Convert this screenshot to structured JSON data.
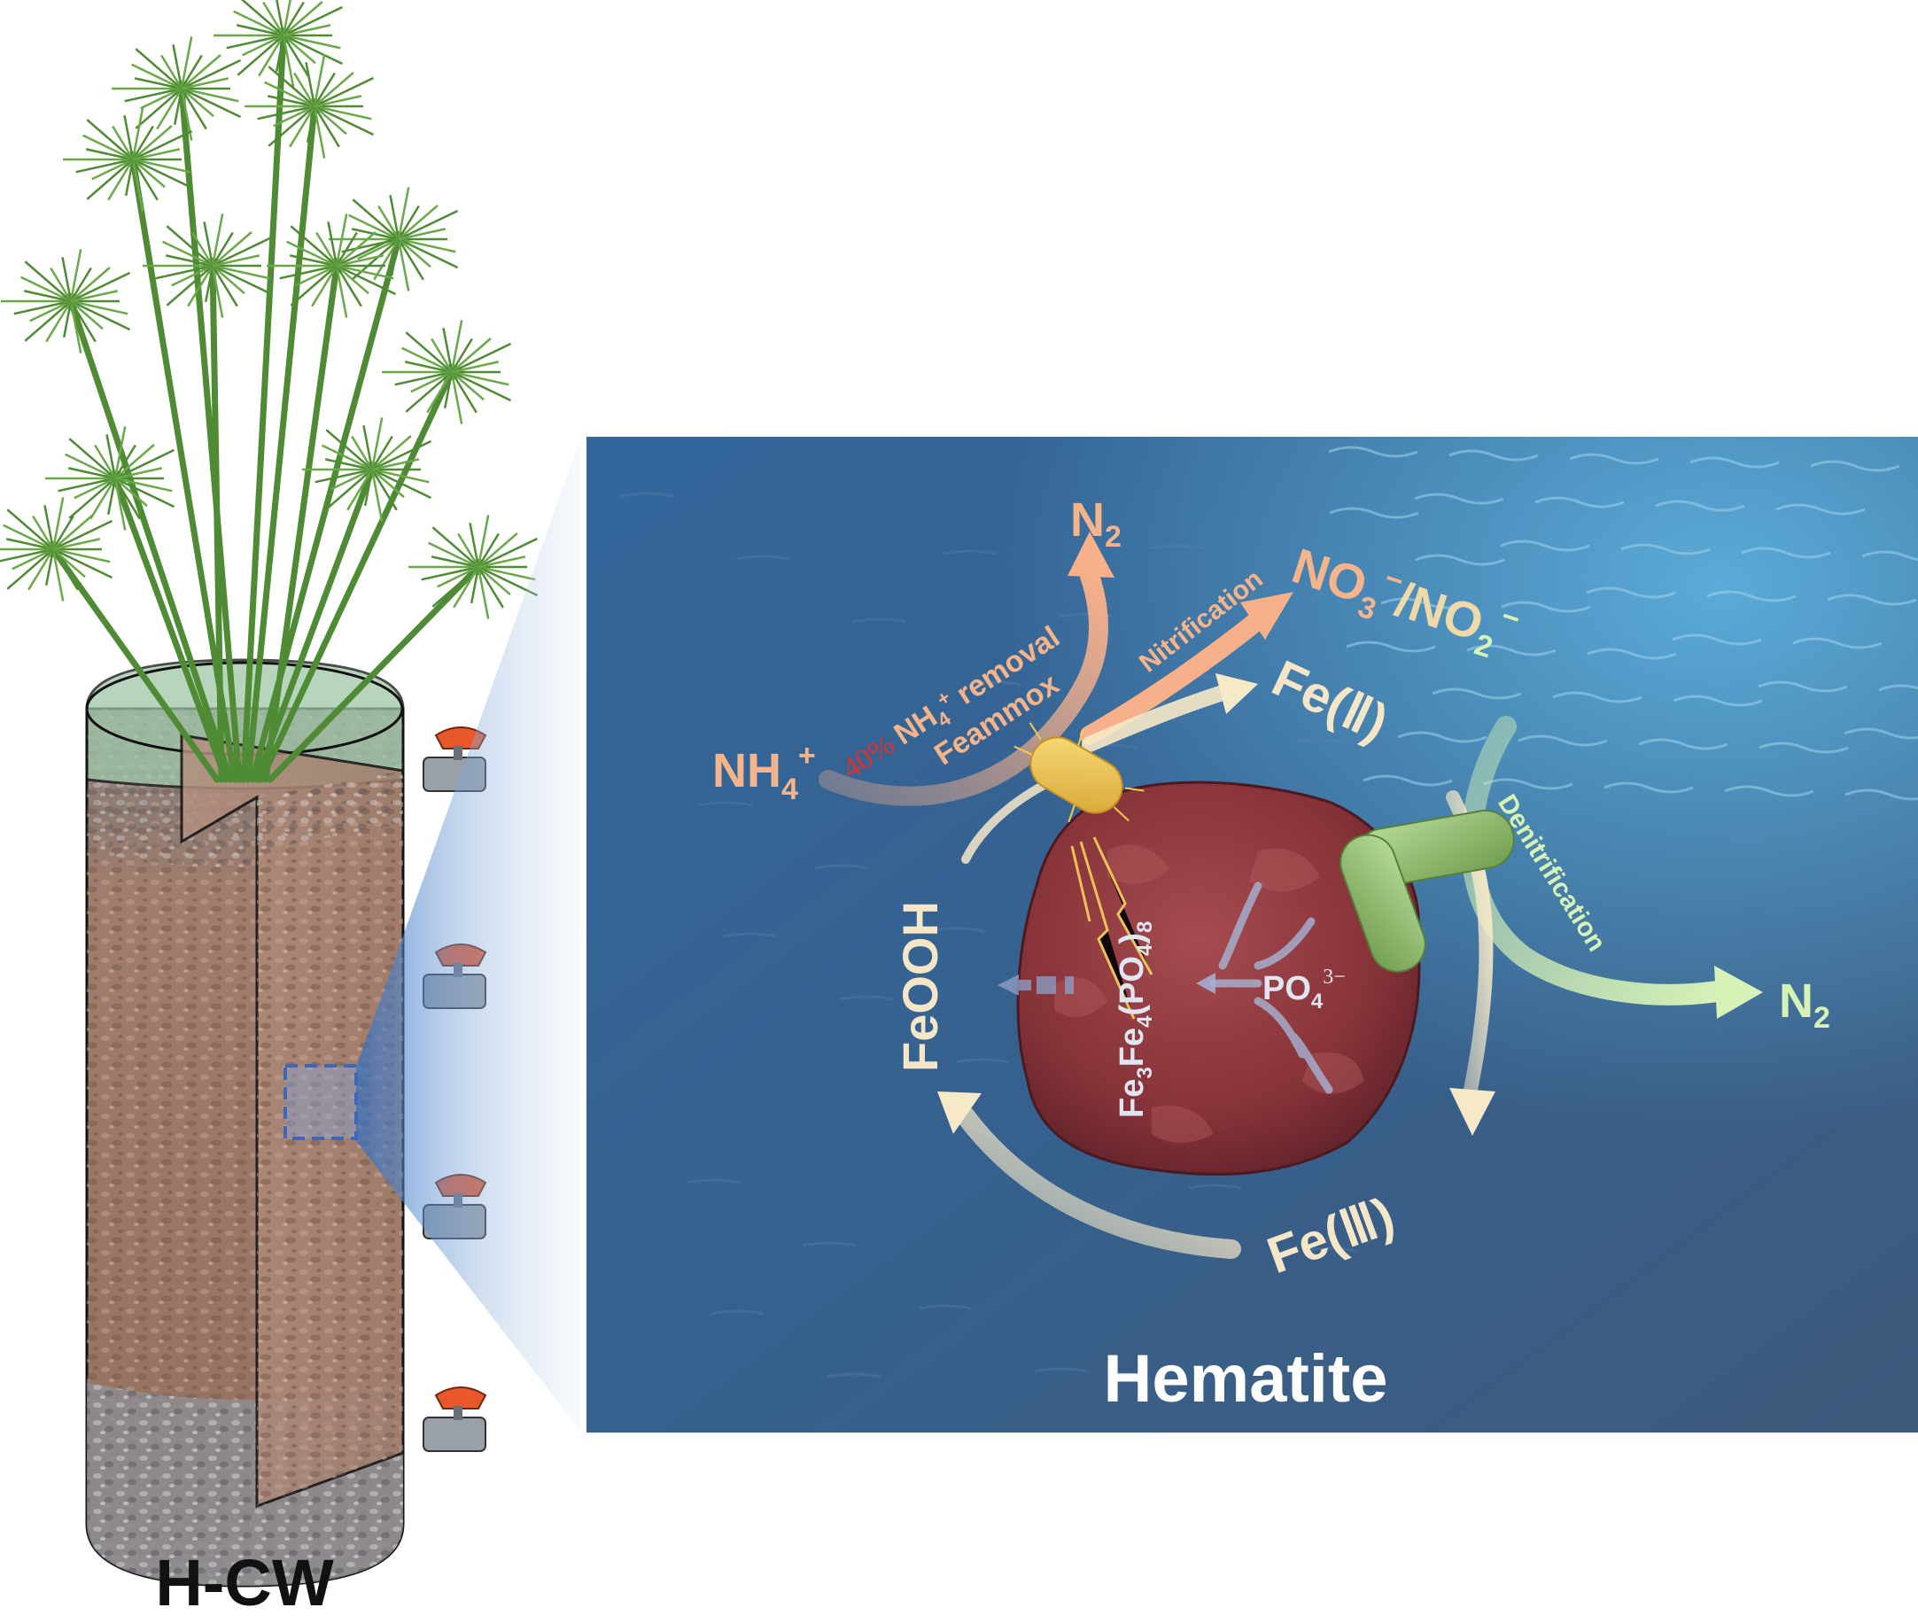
{
  "wetland": {
    "label": "H-CW"
  },
  "panel": {
    "title": "Hemitite_placeholder"
  },
  "labels": {
    "nh4_main": "NH",
    "nh4_sub": "4",
    "nh4_sup": "+",
    "percent": "40%",
    "removal_pre": "NH",
    "removal_sub": "4",
    "removal_sup": "+",
    "removal_post": " removal",
    "feammox": "Feammox",
    "nitrification": "Nitrification",
    "n2_top": "N",
    "n2_top_sub": "2",
    "no3_main": "NO",
    "no3_sub": "3",
    "no3_sup": "−",
    "no2_slash": "/NO",
    "no2_sub": "2",
    "no2_sup": "−",
    "fe2": "Fe(Ⅱ)",
    "denitrification": "Denitrification",
    "n2_right": "N",
    "n2_right_sub": "2",
    "fe3": "Fe(Ⅲ)",
    "feooh": "FeOOH",
    "po4_main": "PO",
    "po4_sub": "4",
    "po4_sup": "3−",
    "mineral_a": "Fe",
    "mineral_a_sub": "3",
    "mineral_b": "Fe",
    "mineral_b_sub": "4",
    "mineral_c": "(PO",
    "mineral_c_sub": "4",
    "mineral_d": ")",
    "mineral_d_sub": "8"
  },
  "colors": {
    "water_top": "#3a78b0",
    "water_bottom": "#3f5a7e",
    "hematite": "#8e3a3e",
    "orange_label": "#f6b48a",
    "cream_label": "#f4e6c6",
    "green_label": "#d6f2b6",
    "pale_label": "#dfe6f2",
    "red_text": "#e0302a",
    "plant_green": "#4f8a34",
    "gravel": "#8f7462"
  }
}
